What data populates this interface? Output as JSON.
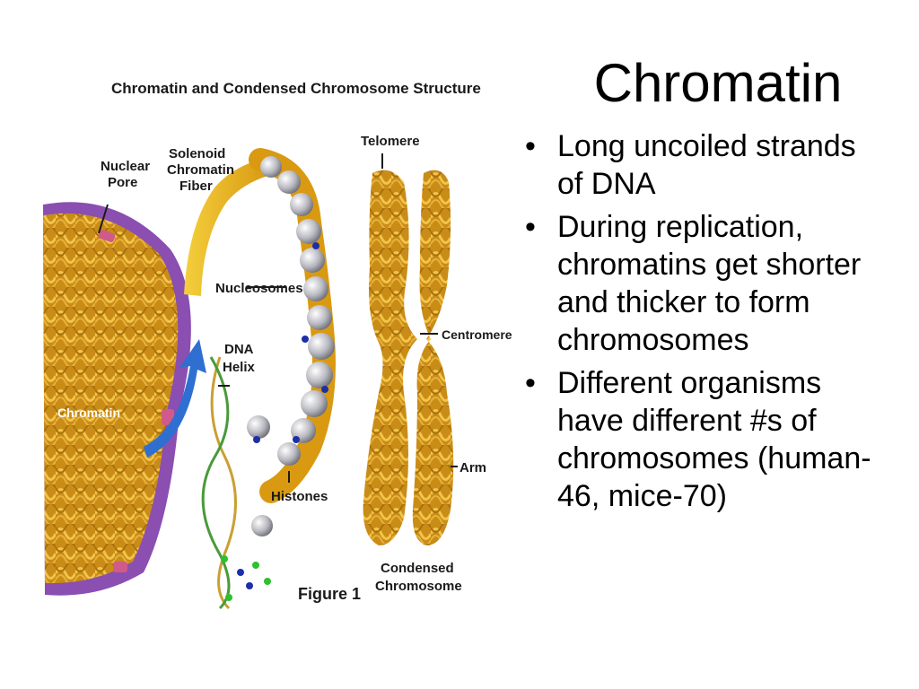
{
  "slide": {
    "title": "Chromatin",
    "bullets": [
      {
        "text": "Long uncoiled strands of DNA"
      },
      {
        "text": "During replication, chromatins get shorter and thicker to form chromosomes"
      },
      {
        "text": "Different organisms have different #s of chromosomes (human-46, mice-70)"
      }
    ]
  },
  "figure": {
    "heading": "Chromatin and Condensed Chromosome Structure",
    "caption": "Figure 1",
    "labels": {
      "nuclear_pore_1": "Nuclear",
      "nuclear_pore_2": "Pore",
      "solenoid_1": "Solenoid",
      "solenoid_2": "Chromatin",
      "solenoid_3": "Fiber",
      "nucleosomes": "Nucleosomes",
      "dna_1": "DNA",
      "dna_2": "Helix",
      "chromatin": "Chromatin",
      "histones": "Histones",
      "telomere": "Telomere",
      "centromere": "Centromere",
      "arm": "Arm",
      "condensed_1": "Condensed",
      "condensed_2": "Chromosome"
    }
  },
  "colors": {
    "chromatin_gold": "#d9a21f",
    "nucleus_purple": "#8a4fb0",
    "arrow_blue": "#2e6fd1",
    "histone_grey": "#b8b8c0",
    "pore_pink": "#d05a8a"
  }
}
